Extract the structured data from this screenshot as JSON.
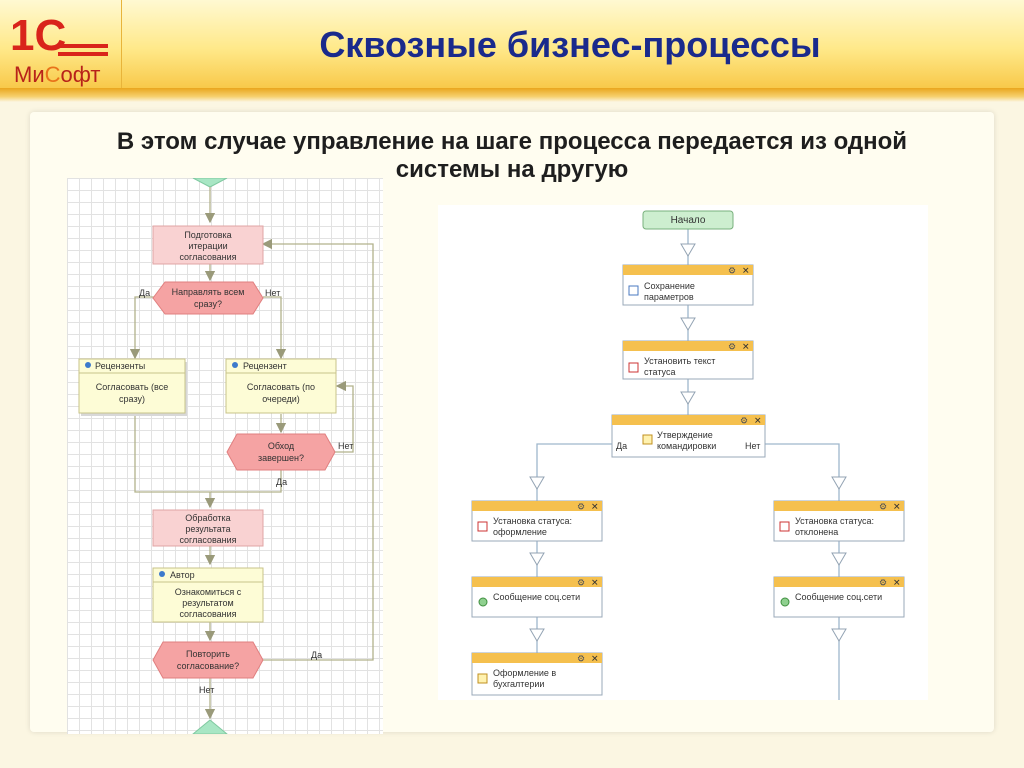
{
  "logo": {
    "mark": "1С",
    "name_part1": "Ми",
    "name_part2": "С",
    "name_part3": "офт"
  },
  "header": {
    "title": "Сквозные бизнес-процессы"
  },
  "subtitle": {
    "line1": "В этом случае управление на шаге процесса передается из одной",
    "line2": "системы на другую"
  },
  "left": {
    "prep": [
      "Подготовка",
      "итерации",
      "согласования"
    ],
    "decision_all": [
      "Направлять всем",
      "сразу?"
    ],
    "yes": "Да",
    "no": "Нет",
    "reviewers_header": "Рецензенты",
    "reviewers_body": [
      "Согласовать (все",
      "сразу)"
    ],
    "reviewer_header": "Рецензент",
    "reviewer_body": [
      "Согласовать (по",
      "очереди)"
    ],
    "bypass": [
      "Обход",
      "завершен?"
    ],
    "processing": [
      "Обработка",
      "результата",
      "согласования"
    ],
    "author_header": "Автор",
    "author_body": [
      "Ознакомиться с",
      "результатом",
      "согласования"
    ],
    "repeat": [
      "Повторить",
      "согласование?"
    ]
  },
  "right": {
    "start": "Начало",
    "save": [
      "Сохранение",
      "параметров"
    ],
    "set_status": [
      "Установить текст",
      "статуса"
    ],
    "approve": [
      "Утверждение",
      "командировки"
    ],
    "yes": "Да",
    "no": "Нет",
    "status_left": [
      "Установка статуса:",
      "оформление"
    ],
    "status_right": [
      "Установка статуса:",
      "отклонена"
    ],
    "social_left": "Сообщение соц.сети",
    "social_right": "Сообщение соц.сети",
    "accounting": [
      "Оформление в",
      "бухгалтерии"
    ]
  }
}
